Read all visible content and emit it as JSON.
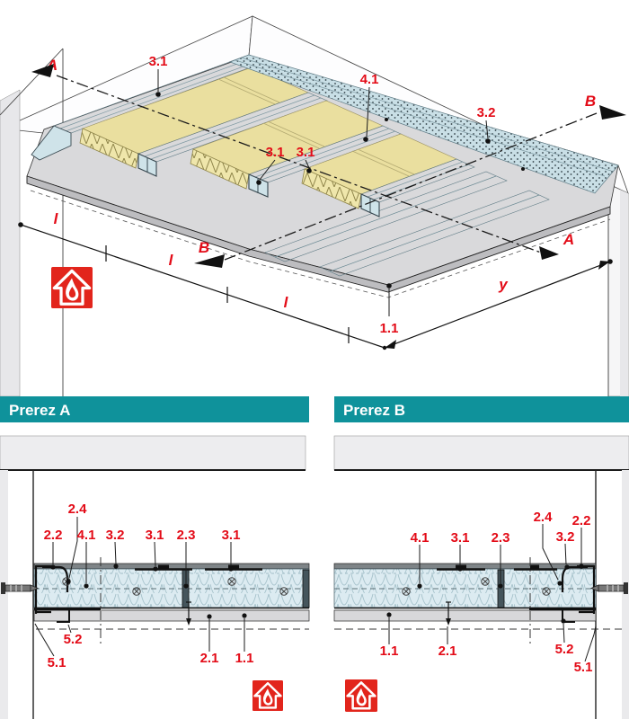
{
  "colors": {
    "teal": "#0f929b",
    "red": "#e30b17",
    "panel_yellow": "#eadf9f",
    "profile_blue": "#c9dfe6",
    "wool_blue": "#dcebf1",
    "board_gray": "#d9d9db",
    "fire_red": "#e2251c"
  },
  "iso": {
    "markers": {
      "a_top": "A",
      "b_top": "B",
      "b_mid": "B",
      "a_mid": "A"
    },
    "callouts": {
      "c31_top": "3.1",
      "c41": "4.1",
      "c32": "3.2",
      "c31_m1": "3.1",
      "c31_m2": "3.1",
      "c11": "1.1"
    },
    "dims": {
      "l1": "l",
      "l2": "l",
      "l3": "l",
      "y": "y"
    }
  },
  "section_a": {
    "title": "Prerez A",
    "labels": {
      "l24": "2.4",
      "l22": "2.2",
      "l41": "4.1",
      "l32": "3.2",
      "l31a": "3.1",
      "l23": "2.3",
      "l31b": "3.1",
      "l52": "5.2",
      "l51": "5.1",
      "l21": "2.1",
      "l11": "1.1"
    }
  },
  "section_b": {
    "title": "Prerez B",
    "labels": {
      "l41": "4.1",
      "l31": "3.1",
      "l23": "2.3",
      "l24": "2.4",
      "l22": "2.2",
      "l32": "3.2",
      "l11": "1.1",
      "l21": "2.1",
      "l52": "5.2",
      "l51": "5.1"
    }
  }
}
